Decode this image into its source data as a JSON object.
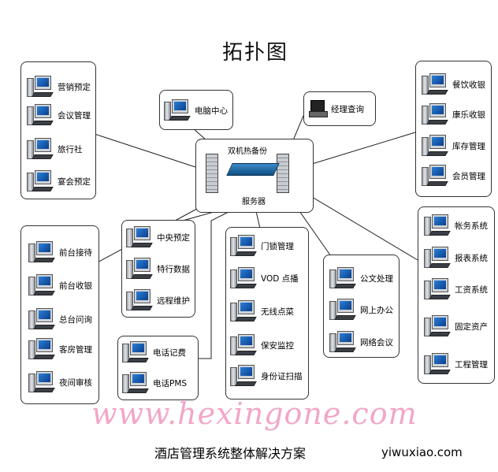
{
  "title": "拓扑图",
  "server": {
    "top_label": "双机热备份",
    "bottom_label": "服务器"
  },
  "groups": {
    "left_top": [
      "营销预定",
      "会议管理",
      "旅行社",
      "宴会预定"
    ],
    "center_top": [
      "电脑中心"
    ],
    "exec": [
      "经理查询"
    ],
    "right_top": [
      "餐饮收银",
      "康乐收银",
      "库存管理",
      "会员管理"
    ],
    "left_bottom": [
      "前台接待",
      "前台收银",
      "总台问询",
      "客房管理",
      "夜间审核"
    ],
    "mid_left": [
      "中央预定",
      "特行数据",
      "远程维护"
    ],
    "phone": [
      "电话记费",
      "电话PMS"
    ],
    "mid_center": [
      "门锁管理",
      "VOD 点播",
      "无线点菜",
      "保安监控",
      "身份证扫描"
    ],
    "office": [
      "公文处理",
      "网上办公",
      "网络会议"
    ],
    "right_bottom": [
      "帐务系统",
      "报表系统",
      "工资系统",
      "固定资产",
      "工程管理"
    ]
  },
  "watermark": "www.hexingone.com",
  "subtitle": "酒店管理系统整体解决方案",
  "source": "yiwuxiao.com"
}
